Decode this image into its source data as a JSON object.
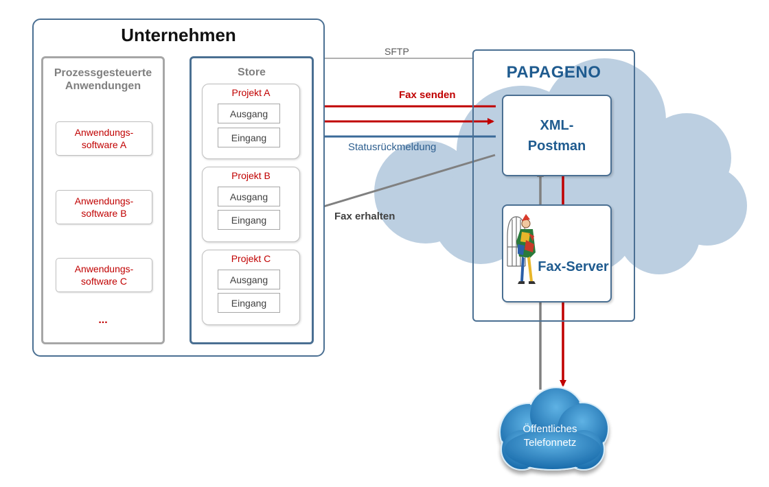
{
  "unternehmen": {
    "title": "Unternehmen",
    "prozess": {
      "title_line1": "Prozessgesteuerte",
      "title_line2": "Anwendungen",
      "apps": [
        {
          "line1": "Anwendungs-",
          "line2": "software A"
        },
        {
          "line1": "Anwendungs-",
          "line2": "software B"
        },
        {
          "line1": "Anwendungs-",
          "line2": "software C"
        }
      ],
      "more": "..."
    },
    "store": {
      "title": "Store",
      "projects": [
        {
          "title": "Projekt A",
          "out": "Ausgang",
          "in": "Eingang"
        },
        {
          "title": "Projekt B",
          "out": "Ausgang",
          "in": "Eingang"
        },
        {
          "title": "Projekt C",
          "out": "Ausgang",
          "in": "Eingang"
        }
      ]
    }
  },
  "connections": {
    "sftp": "SFTP",
    "fax_senden": "Fax senden",
    "statusrueckmeldung": "Statusrückmeldung",
    "fax_erhalten": "Fax erhalten"
  },
  "papageno": {
    "title": "PAPAGENO",
    "xml_postman_line1": "XML-",
    "xml_postman_line2": "Postman",
    "fax_server": "Fax-Server",
    "mascot_icon": "papageno-figure-icon"
  },
  "telefonnetz": {
    "line1": "Öffentliches",
    "line2": "Telefonnetz"
  },
  "colors": {
    "frame_blue": "#4a6f92",
    "title_blue": "#1f5b8f",
    "red": "#c00000",
    "gray": "#7f7f7f",
    "cloud": "#bccfe1"
  }
}
